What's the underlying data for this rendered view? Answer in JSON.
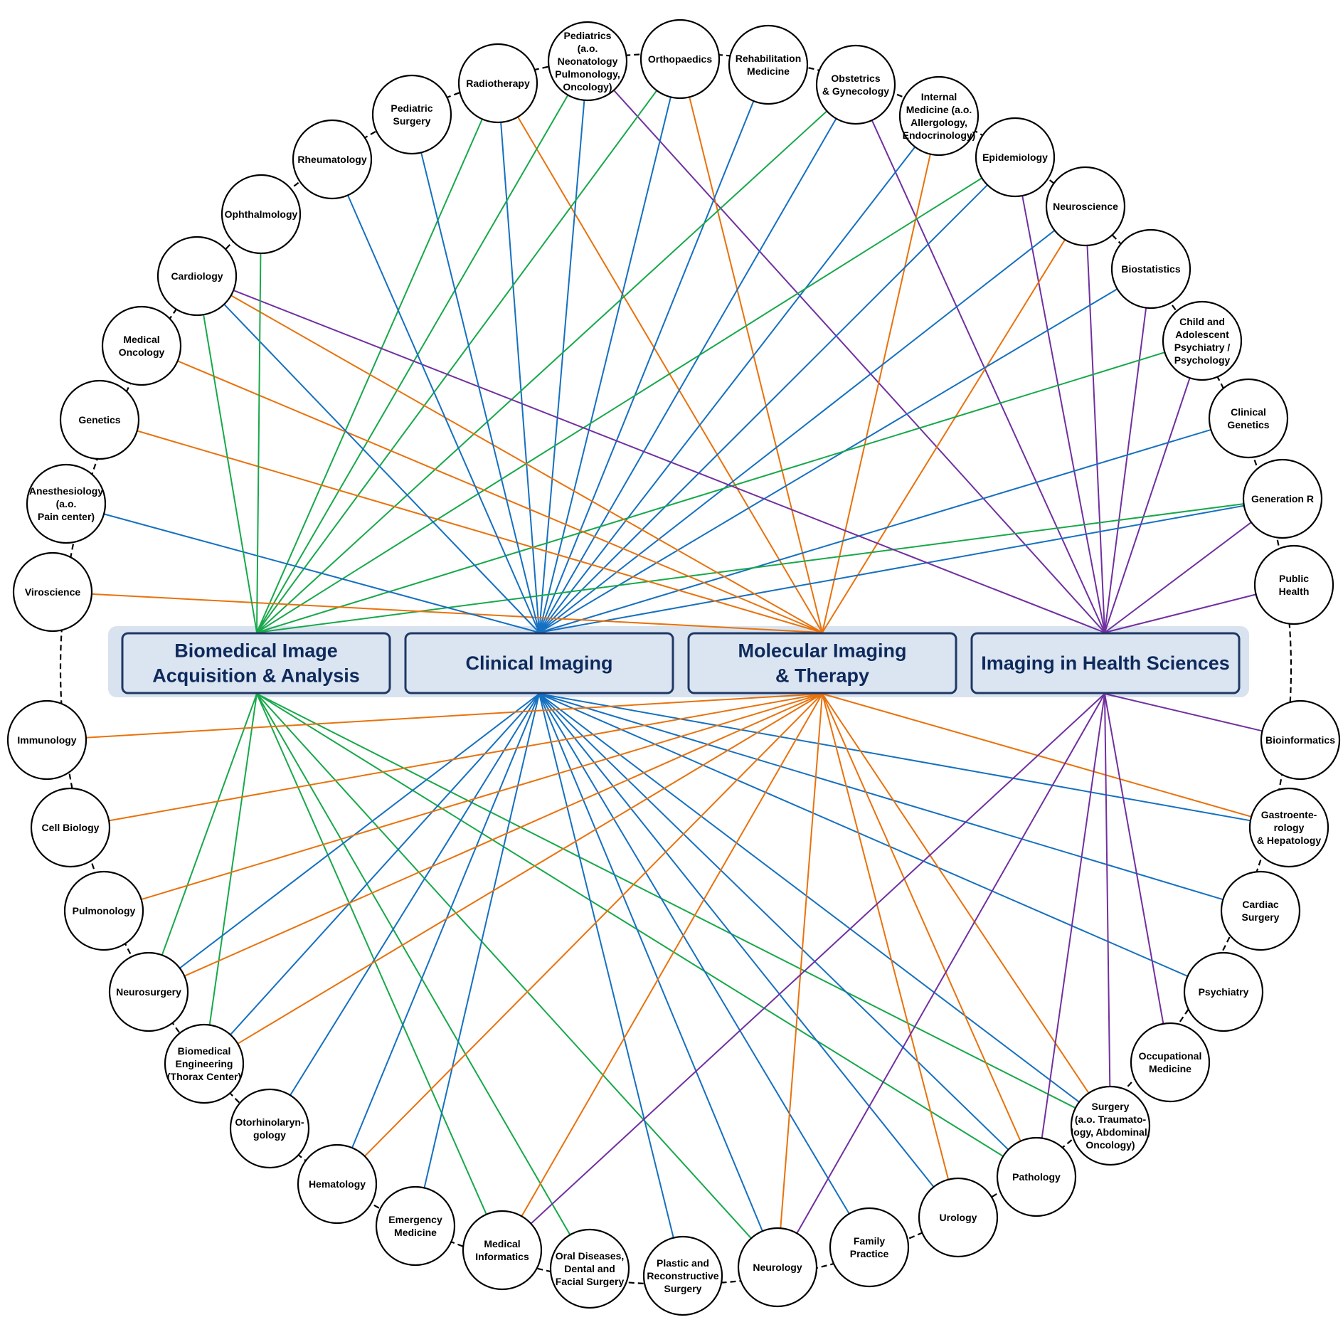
{
  "colors": {
    "blue": "#1570c0",
    "orange": "#e8720c",
    "green": "#17a84a",
    "purple": "#7030a0",
    "hub_text": "#0e2a5c"
  },
  "hubs": [
    {
      "id": "H1",
      "lines": [
        "Biomedical Image",
        "Acquisition & Analysis"
      ]
    },
    {
      "id": "H2",
      "lines": [
        "Clinical Imaging"
      ]
    },
    {
      "id": "H3",
      "lines": [
        "Molecular Imaging",
        "& Therapy"
      ]
    },
    {
      "id": "H4",
      "lines": [
        "Imaging in Health Sciences"
      ]
    }
  ],
  "disciplines": [
    {
      "id": "pediatrics",
      "lines": [
        "Pediatrics",
        "(a.o.",
        "Neonatology",
        "Pulmonology,",
        "Oncology)"
      ]
    },
    {
      "id": "orthopaedics",
      "lines": [
        "Orthopaedics"
      ]
    },
    {
      "id": "rehabilitation",
      "lines": [
        "Rehabilitation",
        "Medicine"
      ]
    },
    {
      "id": "obstetrics",
      "lines": [
        "Obstetrics",
        "& Gynecology"
      ]
    },
    {
      "id": "internal",
      "lines": [
        "Internal",
        "Medicine (a.o.",
        "Allergology,",
        "Endocrinology)"
      ]
    },
    {
      "id": "epidemiology",
      "lines": [
        "Epidemiology"
      ]
    },
    {
      "id": "neuroscience",
      "lines": [
        "Neuroscience"
      ]
    },
    {
      "id": "biostatistics",
      "lines": [
        "Biostatistics"
      ]
    },
    {
      "id": "childpsych",
      "lines": [
        "Child and",
        "Adolescent",
        "Psychiatry /",
        "Psychology"
      ]
    },
    {
      "id": "clingen",
      "lines": [
        "Clinical",
        "Genetics"
      ]
    },
    {
      "id": "generationr",
      "lines": [
        "Generation R"
      ]
    },
    {
      "id": "publichealth",
      "lines": [
        "Public",
        "Health"
      ]
    },
    {
      "id": "bioinformatics",
      "lines": [
        "Bioinformatics"
      ]
    },
    {
      "id": "gastro",
      "lines": [
        "Gastroente-",
        "rology",
        "& Hepatology"
      ]
    },
    {
      "id": "cardiacsurgery",
      "lines": [
        "Cardiac",
        "Surgery"
      ]
    },
    {
      "id": "psychiatry",
      "lines": [
        "Psychiatry"
      ]
    },
    {
      "id": "occmed",
      "lines": [
        "Occupational",
        "Medicine"
      ]
    },
    {
      "id": "surgery",
      "lines": [
        "Surgery",
        "(a.o. Traumato-",
        "logy, Abdominal,",
        "Oncology)"
      ]
    },
    {
      "id": "pathology",
      "lines": [
        "Pathology"
      ]
    },
    {
      "id": "urology",
      "lines": [
        "Urology"
      ]
    },
    {
      "id": "familypractice",
      "lines": [
        "Family",
        "Practice"
      ]
    },
    {
      "id": "neurology",
      "lines": [
        "Neurology"
      ]
    },
    {
      "id": "plastic",
      "lines": [
        "Plastic and",
        "Reconstructive",
        "Surgery"
      ]
    },
    {
      "id": "oral",
      "lines": [
        "Oral Diseases,",
        "Dental and",
        "Facial Surgery"
      ]
    },
    {
      "id": "medinformatics",
      "lines": [
        "Medical",
        "Informatics"
      ]
    },
    {
      "id": "emergency",
      "lines": [
        "Emergency",
        "Medicine"
      ]
    },
    {
      "id": "hematology",
      "lines": [
        "Hematology"
      ]
    },
    {
      "id": "otorhino",
      "lines": [
        "Otorhinolaryn-",
        "gology"
      ]
    },
    {
      "id": "biomedeng",
      "lines": [
        "Biomedical",
        "Engineering",
        "(Thorax Center)"
      ]
    },
    {
      "id": "neurosurgery",
      "lines": [
        "Neurosurgery"
      ]
    },
    {
      "id": "pulmonology",
      "lines": [
        "Pulmonology"
      ]
    },
    {
      "id": "cellbiology",
      "lines": [
        "Cell Biology"
      ]
    },
    {
      "id": "immunology",
      "lines": [
        "Immunology"
      ]
    },
    {
      "id": "viroscience",
      "lines": [
        "Viroscience"
      ]
    },
    {
      "id": "anesthesiology",
      "lines": [
        "Anesthesiology",
        "(a.o.",
        "Pain center)"
      ]
    },
    {
      "id": "genetics",
      "lines": [
        "Genetics"
      ]
    },
    {
      "id": "medoncology",
      "lines": [
        "Medical",
        "Oncology"
      ]
    },
    {
      "id": "cardiology",
      "lines": [
        "Cardiology"
      ]
    },
    {
      "id": "ophthalmology",
      "lines": [
        "Ophthalmology"
      ]
    },
    {
      "id": "rheumatology",
      "lines": [
        "Rheumatology"
      ]
    },
    {
      "id": "pedsurgery",
      "lines": [
        "Pediatric",
        "Surgery"
      ]
    },
    {
      "id": "radiotherapy",
      "lines": [
        "Radiotherapy"
      ]
    }
  ],
  "connections": [
    {
      "from": "radiotherapy",
      "to": [
        "H1",
        "H2",
        "H3"
      ]
    },
    {
      "from": "pediatrics",
      "to": [
        "H1",
        "H2",
        "H4"
      ]
    },
    {
      "from": "orthopaedics",
      "to": [
        "H1",
        "H2",
        "H3"
      ]
    },
    {
      "from": "rehabilitation",
      "to": [
        "H2"
      ]
    },
    {
      "from": "obstetrics",
      "to": [
        "H1",
        "H2",
        "H4"
      ]
    },
    {
      "from": "internal",
      "to": [
        "H2",
        "H3"
      ]
    },
    {
      "from": "epidemiology",
      "to": [
        "H1",
        "H2",
        "H4"
      ]
    },
    {
      "from": "neuroscience",
      "to": [
        "H2",
        "H3",
        "H4"
      ]
    },
    {
      "from": "biostatistics",
      "to": [
        "H2",
        "H4"
      ]
    },
    {
      "from": "childpsych",
      "to": [
        "H1",
        "H4"
      ]
    },
    {
      "from": "clingen",
      "to": [
        "H2"
      ]
    },
    {
      "from": "generationr",
      "to": [
        "H1",
        "H2",
        "H4"
      ]
    },
    {
      "from": "publichealth",
      "to": [
        "H4"
      ]
    },
    {
      "from": "bioinformatics",
      "to": [
        "H4"
      ]
    },
    {
      "from": "gastro",
      "to": [
        "H2",
        "H3"
      ]
    },
    {
      "from": "cardiacsurgery",
      "to": [
        "H2"
      ]
    },
    {
      "from": "psychiatry",
      "to": [
        "H2"
      ]
    },
    {
      "from": "occmed",
      "to": [
        "H4"
      ]
    },
    {
      "from": "surgery",
      "to": [
        "H1",
        "H2",
        "H3",
        "H4"
      ]
    },
    {
      "from": "pathology",
      "to": [
        "H1",
        "H2",
        "H3",
        "H4"
      ]
    },
    {
      "from": "urology",
      "to": [
        "H2",
        "H3"
      ]
    },
    {
      "from": "familypractice",
      "to": [
        "H2"
      ]
    },
    {
      "from": "neurology",
      "to": [
        "H1",
        "H2",
        "H3",
        "H4"
      ]
    },
    {
      "from": "plastic",
      "to": [
        "H2"
      ]
    },
    {
      "from": "oral",
      "to": [
        "H1"
      ]
    },
    {
      "from": "medinformatics",
      "to": [
        "H1",
        "H3",
        "H4"
      ]
    },
    {
      "from": "emergency",
      "to": [
        "H2"
      ]
    },
    {
      "from": "hematology",
      "to": [
        "H2",
        "H3"
      ]
    },
    {
      "from": "otorhino",
      "to": [
        "H2"
      ]
    },
    {
      "from": "biomedeng",
      "to": [
        "H1",
        "H2",
        "H3"
      ]
    },
    {
      "from": "neurosurgery",
      "to": [
        "H1",
        "H2",
        "H3"
      ]
    },
    {
      "from": "pulmonology",
      "to": [
        "H3"
      ]
    },
    {
      "from": "cellbiology",
      "to": [
        "H3"
      ]
    },
    {
      "from": "immunology",
      "to": [
        "H3"
      ]
    },
    {
      "from": "viroscience",
      "to": [
        "H3"
      ]
    },
    {
      "from": "anesthesiology",
      "to": [
        "H2"
      ]
    },
    {
      "from": "genetics",
      "to": [
        "H3"
      ]
    },
    {
      "from": "medoncology",
      "to": [
        "H3"
      ]
    },
    {
      "from": "cardiology",
      "to": [
        "H1",
        "H2",
        "H3",
        "H4"
      ]
    },
    {
      "from": "ophthalmology",
      "to": [
        "H1"
      ]
    },
    {
      "from": "rheumatology",
      "to": [
        "H2"
      ]
    },
    {
      "from": "pedsurgery",
      "to": [
        "H2"
      ]
    }
  ]
}
